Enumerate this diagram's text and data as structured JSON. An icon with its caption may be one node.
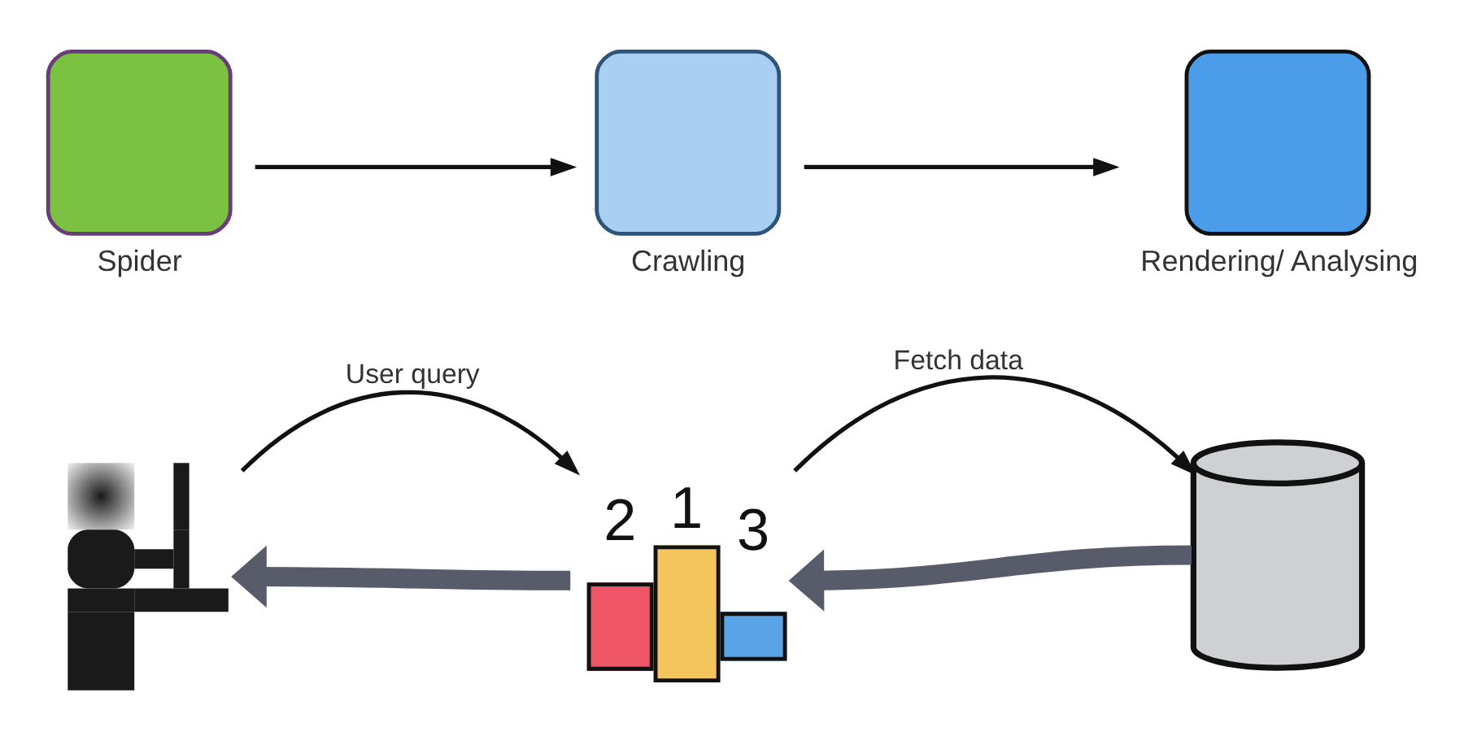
{
  "diagram": {
    "nodes": [
      {
        "text": [
          "Spider"
        ]
      },
      {
        "text": [
          "Crawling"
        ]
      },
      {
        "text": [
          "Rendering/ Analysing"
        ]
      },
      {
        "text": [],
        "shape": "person"
      },
      {
        "text": [
          "2",
          "1",
          "3"
        ]
      },
      {
        "text": [],
        "shape": "cylinder"
      }
    ],
    "edges": [
      {
        "from": 0,
        "to": 1,
        "arrow": "to"
      },
      {
        "from": 1,
        "to": 2,
        "arrow": "to"
      },
      {
        "from": 3,
        "to": 4,
        "arrow": "to",
        "label": "User query"
      },
      {
        "from": 4,
        "to": 3,
        "arrow": "to",
        "style": "thick",
        "color": "#585c6a"
      },
      {
        "from": 4,
        "to": 5,
        "arrow": "to",
        "label": "Fetch data"
      },
      {
        "from": 5,
        "to": 4,
        "arrow": "to",
        "style": "thick",
        "color": "#585c6a"
      }
    ]
  }
}
